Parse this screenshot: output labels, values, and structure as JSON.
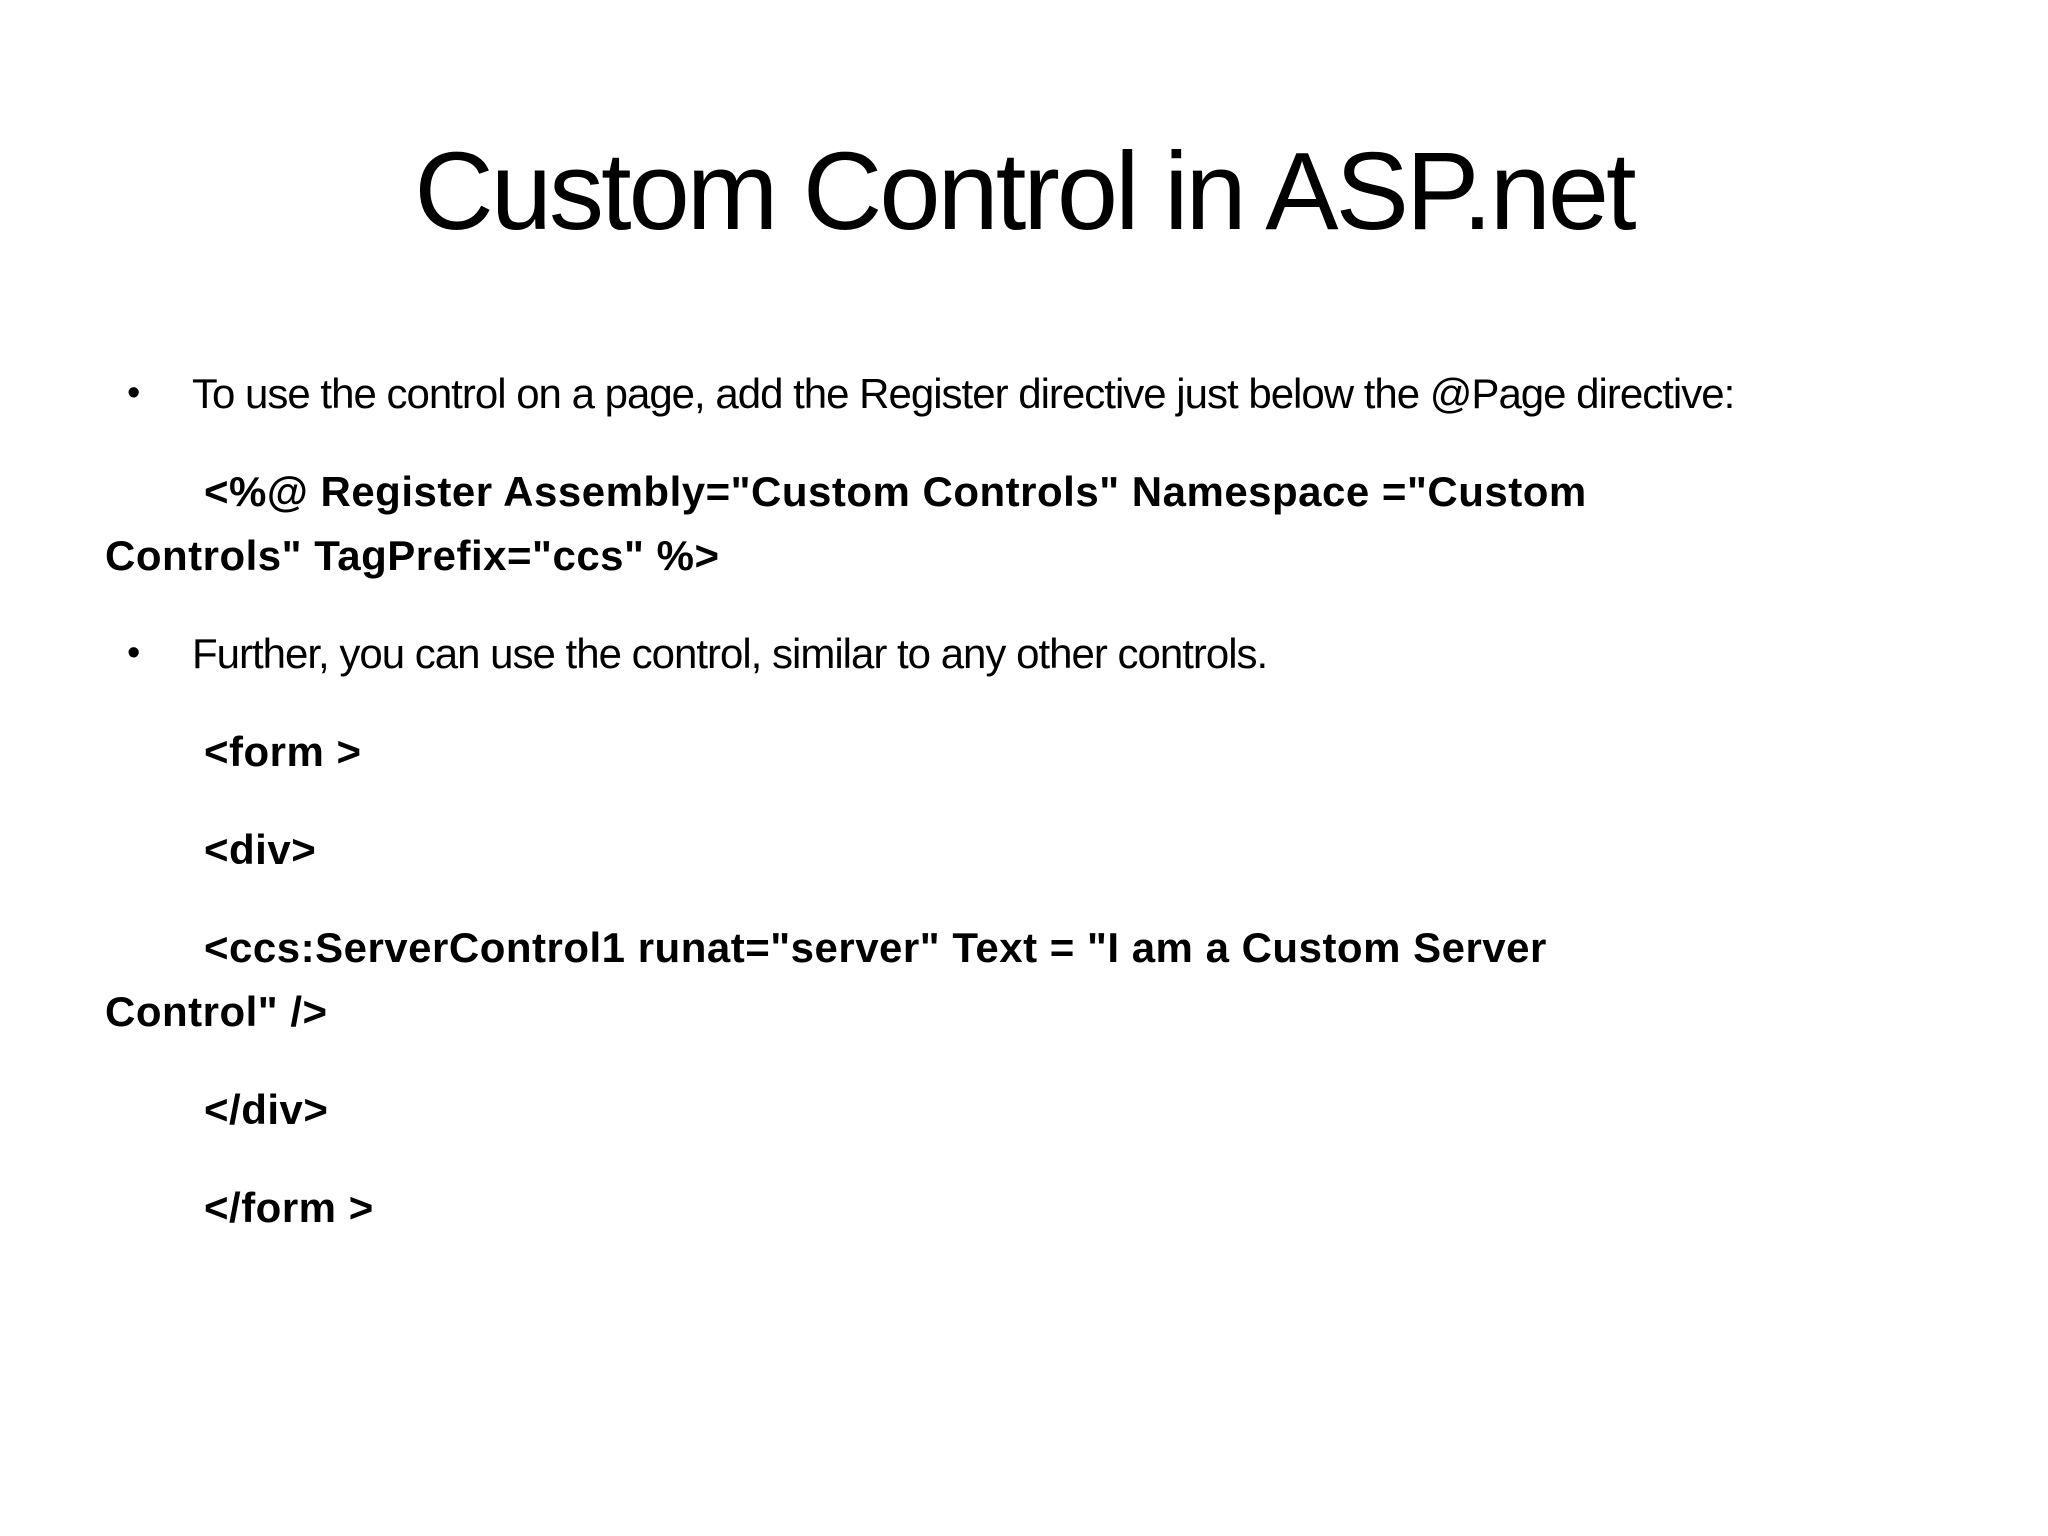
{
  "slide": {
    "title": "Custom Control in ASP.net",
    "bullet_char": "•",
    "paragraphs": {
      "bullet1": {
        "text": "To use the control on a page, add the Register directive just below the @Page directive:"
      },
      "register_code": {
        "line1": "<%@ Register Assembly=\"Custom Controls\" Namespace =\"Custom",
        "line2": "Controls\" TagPrefix=\"ccs\" %>"
      },
      "bullet2": {
        "text": "Further, you can use the control, similar to any other controls."
      },
      "form_open": "<form >",
      "div_open": "<div>",
      "server_control_code": {
        "line1": "<ccs:ServerControl1 runat=\"server\" Text = \"I am a Custom Server",
        "line2": "Control\" />"
      },
      "div_close": "</div>",
      "form_close": "</form >"
    }
  }
}
